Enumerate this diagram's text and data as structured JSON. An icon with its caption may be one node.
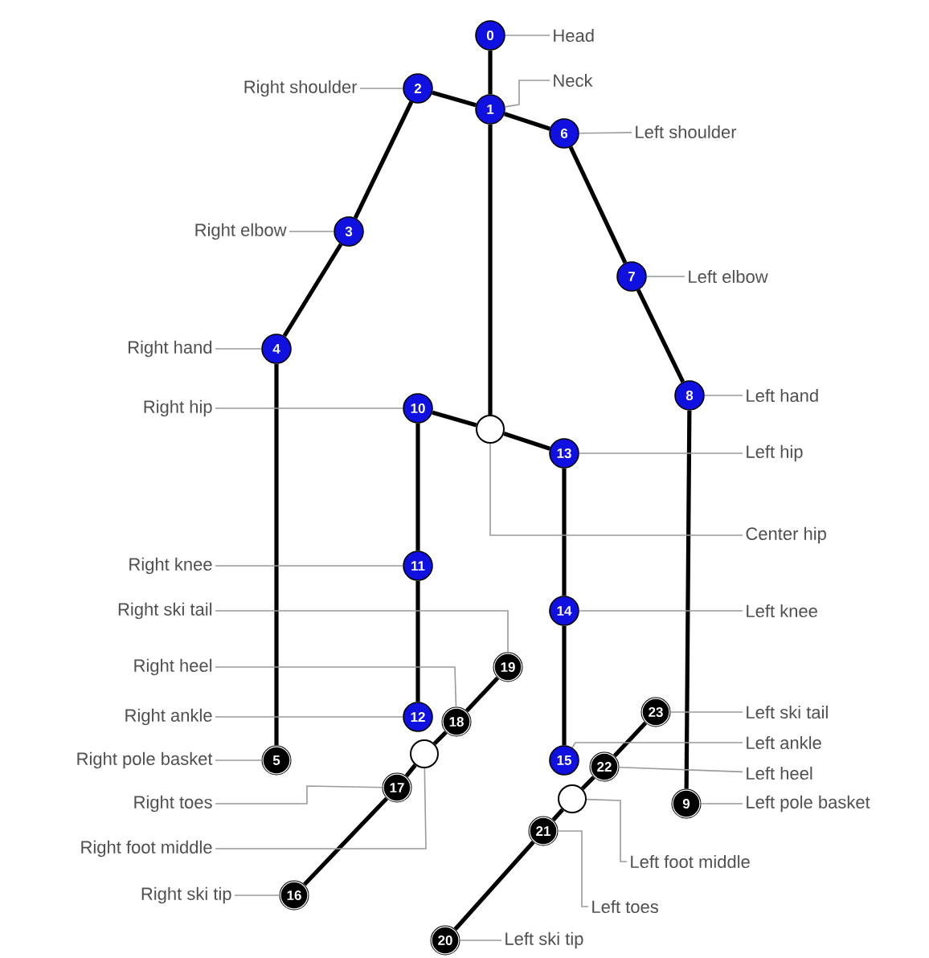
{
  "diagram": {
    "nodes": [
      {
        "text": [
          "0"
        ]
      },
      {
        "text": [
          "1"
        ]
      },
      {
        "text": [
          "2"
        ]
      },
      {
        "text": [
          "3"
        ]
      },
      {
        "text": [
          "4"
        ]
      },
      {
        "text": [
          "5"
        ]
      },
      {
        "text": [
          "6"
        ]
      },
      {
        "text": [
          "7"
        ]
      },
      {
        "text": [
          "8"
        ]
      },
      {
        "text": [
          "9"
        ]
      },
      {
        "text": [
          "10"
        ]
      },
      {
        "text": [
          "11"
        ]
      },
      {
        "text": [
          "12"
        ]
      },
      {
        "text": [
          "13"
        ]
      },
      {
        "text": [
          "14"
        ]
      },
      {
        "text": [
          "15"
        ]
      },
      {
        "text": [
          "16"
        ]
      },
      {
        "text": [
          "17"
        ]
      },
      {
        "text": [
          "18"
        ]
      },
      {
        "text": [
          "19"
        ]
      },
      {
        "text": [
          "20"
        ]
      },
      {
        "text": [
          "21"
        ]
      },
      {
        "text": [
          "22"
        ]
      },
      {
        "text": [
          "23"
        ]
      },
      {
        "text": [],
        "shape": "circle"
      },
      {
        "text": [],
        "shape": "circle"
      },
      {
        "text": [],
        "shape": "circle"
      },
      {
        "text": [
          "Head"
        ]
      },
      {
        "text": [
          "Neck"
        ]
      },
      {
        "text": [
          "Right shoulder"
        ]
      },
      {
        "text": [
          "Left shoulder"
        ]
      },
      {
        "text": [
          "Right elbow"
        ]
      },
      {
        "text": [
          "Left elbow"
        ]
      },
      {
        "text": [
          "Right hand"
        ]
      },
      {
        "text": [
          "Left hand"
        ]
      },
      {
        "text": [
          "Right hip"
        ]
      },
      {
        "text": [
          "Left hip"
        ]
      },
      {
        "text": [
          "Center hip"
        ]
      },
      {
        "text": [
          "Right knee"
        ]
      },
      {
        "text": [
          "Left knee"
        ]
      },
      {
        "text": [
          "Right ski tail"
        ]
      },
      {
        "text": [
          "Right heel"
        ]
      },
      {
        "text": [
          "Right ankle"
        ]
      },
      {
        "text": [
          "Left ski tail"
        ]
      },
      {
        "text": [
          "Left ankle"
        ]
      },
      {
        "text": [
          "Right pole basket"
        ]
      },
      {
        "text": [
          "Left heel"
        ]
      },
      {
        "text": [
          "Right toes"
        ]
      },
      {
        "text": [
          "Left pole basket"
        ]
      },
      {
        "text": [
          "Right foot middle"
        ]
      },
      {
        "text": [
          "Left foot middle"
        ]
      },
      {
        "text": [
          "Left toes"
        ]
      },
      {
        "text": [
          "Right ski tip"
        ]
      },
      {
        "text": [
          "Left ski tip"
        ]
      }
    ],
    "edges": [
      {
        "from": 0,
        "to": 1,
        "arrow": "none",
        "style": "thick",
        "color": "#000000"
      },
      {
        "from": 1,
        "to": 2,
        "arrow": "none",
        "style": "thick",
        "color": "#000000"
      },
      {
        "from": 1,
        "to": 6,
        "arrow": "none",
        "style": "thick",
        "color": "#000000"
      },
      {
        "from": 2,
        "to": 3,
        "arrow": "none",
        "style": "thick",
        "color": "#000000"
      },
      {
        "from": 3,
        "to": 4,
        "arrow": "none",
        "style": "thick",
        "color": "#000000"
      },
      {
        "from": 4,
        "to": 5,
        "arrow": "none",
        "style": "thick",
        "color": "#000000"
      },
      {
        "from": 6,
        "to": 7,
        "arrow": "none",
        "style": "thick",
        "color": "#000000"
      },
      {
        "from": 7,
        "to": 8,
        "arrow": "none",
        "style": "thick",
        "color": "#000000"
      },
      {
        "from": 8,
        "to": 9,
        "arrow": "none",
        "style": "thick",
        "color": "#000000"
      },
      {
        "from": 1,
        "to": 24,
        "arrow": "none",
        "style": "thick",
        "color": "#000000"
      },
      {
        "from": 24,
        "to": 10,
        "arrow": "none",
        "style": "thick",
        "color": "#000000"
      },
      {
        "from": 24,
        "to": 13,
        "arrow": "none",
        "style": "thick",
        "color": "#000000"
      },
      {
        "from": 10,
        "to": 11,
        "arrow": "none",
        "style": "thick",
        "color": "#000000"
      },
      {
        "from": 11,
        "to": 12,
        "arrow": "none",
        "style": "thick",
        "color": "#000000"
      },
      {
        "from": 13,
        "to": 14,
        "arrow": "none",
        "style": "thick",
        "color": "#000000"
      },
      {
        "from": 14,
        "to": 15,
        "arrow": "none",
        "style": "thick",
        "color": "#000000"
      },
      {
        "from": 16,
        "to": 17,
        "arrow": "none",
        "style": "thick",
        "color": "#000000"
      },
      {
        "from": 17,
        "to": 25,
        "arrow": "none",
        "style": "thick",
        "color": "#000000"
      },
      {
        "from": 25,
        "to": 18,
        "arrow": "none",
        "style": "thick",
        "color": "#000000"
      },
      {
        "from": 18,
        "to": 19,
        "arrow": "none",
        "style": "thick",
        "color": "#000000"
      },
      {
        "from": 20,
        "to": 21,
        "arrow": "none",
        "style": "thick",
        "color": "#000000"
      },
      {
        "from": 21,
        "to": 26,
        "arrow": "none",
        "style": "thick",
        "color": "#000000"
      },
      {
        "from": 26,
        "to": 22,
        "arrow": "none",
        "style": "thick",
        "color": "#000000"
      },
      {
        "from": 22,
        "to": 23,
        "arrow": "none",
        "style": "thick",
        "color": "#000000"
      },
      {
        "from": 27,
        "to": 0,
        "arrow": "none"
      },
      {
        "from": 28,
        "to": 1,
        "arrow": "none"
      },
      {
        "from": 29,
        "to": 2,
        "arrow": "none"
      },
      {
        "from": 30,
        "to": 6,
        "arrow": "none"
      },
      {
        "from": 31,
        "to": 3,
        "arrow": "none"
      },
      {
        "from": 32,
        "to": 7,
        "arrow": "none"
      },
      {
        "from": 33,
        "to": 4,
        "arrow": "none"
      },
      {
        "from": 34,
        "to": 8,
        "arrow": "none"
      },
      {
        "from": 35,
        "to": 10,
        "arrow": "none"
      },
      {
        "from": 36,
        "to": 13,
        "arrow": "none"
      },
      {
        "from": 37,
        "to": 24,
        "arrow": "none"
      },
      {
        "from": 38,
        "to": 11,
        "arrow": "none"
      },
      {
        "from": 39,
        "to": 14,
        "arrow": "none"
      },
      {
        "from": 40,
        "to": 19,
        "arrow": "none"
      },
      {
        "from": 41,
        "to": 18,
        "arrow": "none"
      },
      {
        "from": 42,
        "to": 12,
        "arrow": "none"
      },
      {
        "from": 43,
        "to": 23,
        "arrow": "none"
      },
      {
        "from": 44,
        "to": 15,
        "arrow": "none"
      },
      {
        "from": 45,
        "to": 5,
        "arrow": "none"
      },
      {
        "from": 46,
        "to": 22,
        "arrow": "none"
      },
      {
        "from": 47,
        "to": 17,
        "arrow": "none"
      },
      {
        "from": 48,
        "to": 9,
        "arrow": "none"
      },
      {
        "from": 49,
        "to": 25,
        "arrow": "none"
      },
      {
        "from": 50,
        "to": 26,
        "arrow": "none"
      },
      {
        "from": 51,
        "to": 21,
        "arrow": "none"
      },
      {
        "from": 52,
        "to": 16,
        "arrow": "none"
      },
      {
        "from": 53,
        "to": 20,
        "arrow": "none"
      }
    ]
  }
}
